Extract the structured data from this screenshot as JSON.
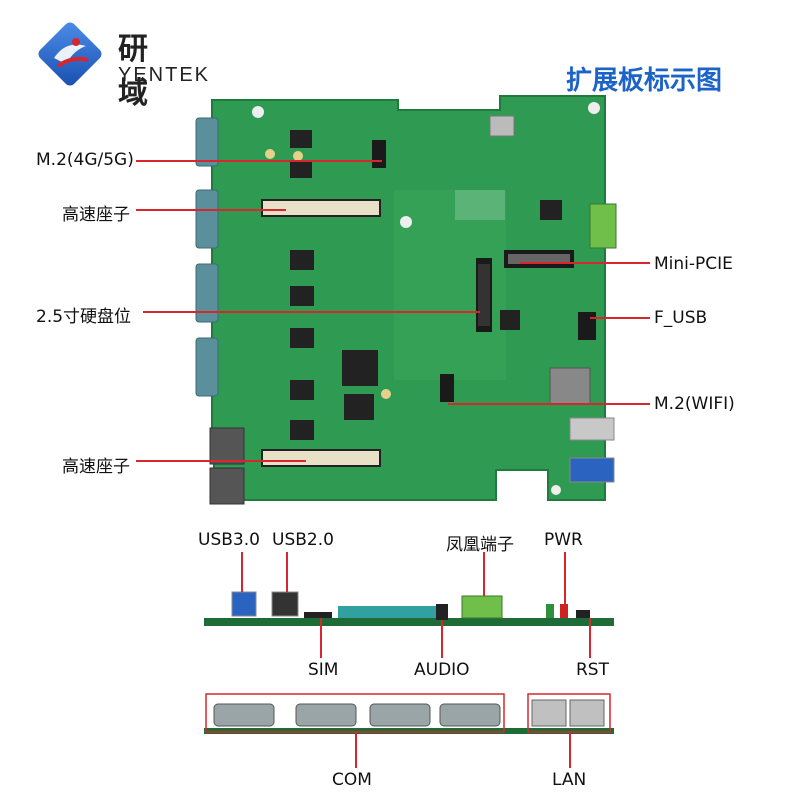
{
  "brand": {
    "name_cn": "研 域",
    "name_en": "YENTEK"
  },
  "title": "扩展板标示图",
  "colors": {
    "pcb": "#2f9a52",
    "pcb_dark": "#1f7a3d",
    "accent": "#1c63c9",
    "callout": "#d8262d",
    "connector_blue": "#1f5fbf"
  },
  "board_labels": {
    "left": [
      "M.2(4G/5G)",
      "高速座子",
      "2.5寸硬盘位",
      "高速座子"
    ],
    "right": [
      "Mini-PCIE",
      "F_USB",
      "M.2(WIFI)"
    ]
  },
  "side_view_labels": {
    "top": [
      "USB3.0",
      "USB2.0",
      "凤凰端子",
      "PWR"
    ],
    "bottom": [
      "SIM",
      "AUDIO",
      "RST"
    ]
  },
  "rear_view_labels": [
    "COM",
    "LAN"
  ],
  "icons": [
    "logo-icon",
    "usb-icon",
    "ethernet-icon",
    "serial-port-icon"
  ]
}
